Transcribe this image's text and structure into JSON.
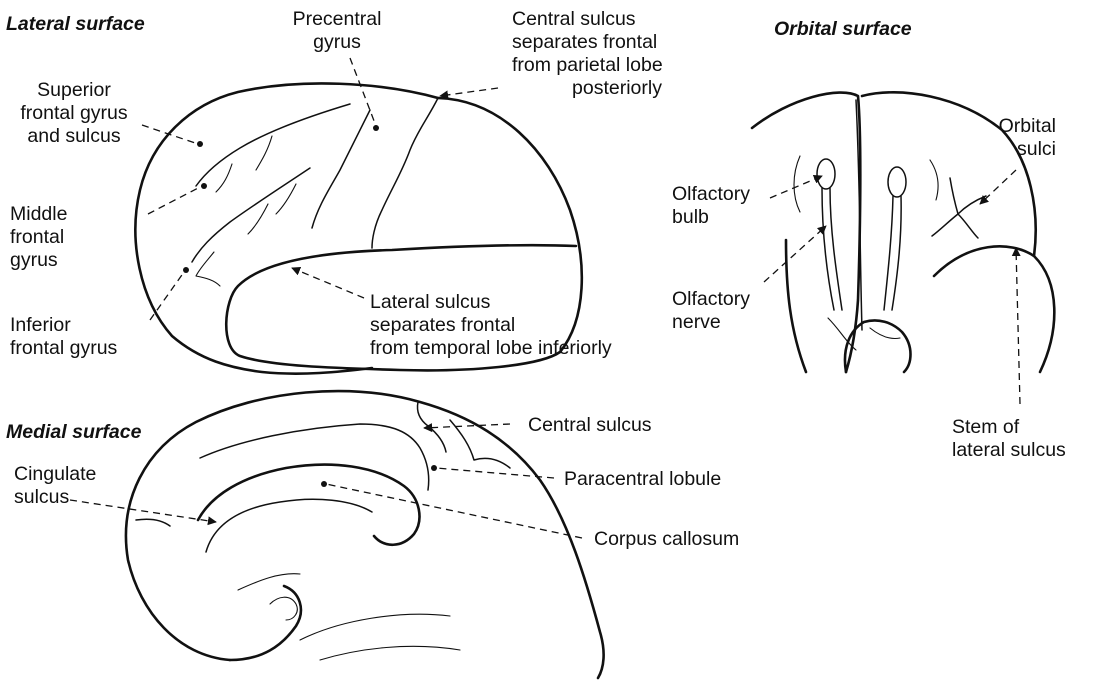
{
  "headings": {
    "lateral": "Lateral surface",
    "orbital": "Orbital surface",
    "medial": "Medial surface"
  },
  "labels": {
    "precentral_gyrus": [
      "Precentral",
      "gyrus"
    ],
    "central_sulcus_lateral": [
      "Central sulcus",
      "separates frontal",
      "from parietal lobe",
      "posteriorly"
    ],
    "superior_frontal": [
      "Superior",
      "frontal gyrus",
      "and sulcus"
    ],
    "middle_frontal": [
      "Middle",
      "frontal",
      "gyrus"
    ],
    "inferior_frontal": [
      "Inferior",
      "frontal gyrus"
    ],
    "lateral_sulcus": [
      "Lateral sulcus",
      "separates frontal",
      "from temporal lobe inferiorly"
    ],
    "olfactory_bulb": [
      "Olfactory",
      "bulb"
    ],
    "olfactory_nerve": [
      "Olfactory",
      "nerve"
    ],
    "orbital_sulci": [
      "Orbital",
      "sulci"
    ],
    "stem_lateral_sulcus": [
      "Stem of",
      "lateral sulcus"
    ],
    "central_sulcus_medial": [
      "Central sulcus"
    ],
    "paracentral_lobule": [
      "Paracentral lobule"
    ],
    "cingulate_sulcus": [
      "Cingulate",
      "sulcus"
    ],
    "corpus_callosum": [
      "Corpus callosum"
    ]
  },
  "colors": {
    "ink": "#111111",
    "background": "#ffffff"
  }
}
